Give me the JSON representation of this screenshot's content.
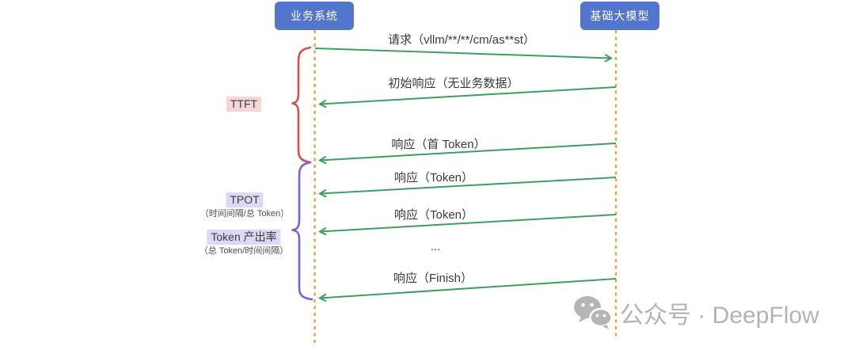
{
  "diagram": {
    "actors": [
      {
        "name": "业务系统"
      },
      {
        "name": "基础大模型"
      }
    ],
    "messages": [
      {
        "label": "请求（vllm/**/**/cm/as**st）",
        "direction": "right"
      },
      {
        "label": "初始响应（无业务数据）",
        "direction": "left"
      },
      {
        "label": "响应（首 Token）",
        "direction": "left"
      },
      {
        "label": "响应（Token）",
        "direction": "left"
      },
      {
        "label": "响应（Token）",
        "direction": "left"
      },
      {
        "label": "...",
        "direction": "none"
      },
      {
        "label": "响应（Finish）",
        "direction": "left"
      }
    ],
    "metrics": [
      {
        "label": "TTFT",
        "sublabel": ""
      },
      {
        "label": "TPOT",
        "sublabel": "（时间间隔/总 Token）"
      },
      {
        "label": "Token 产出率",
        "sublabel": "（总 Token/时间间隔）"
      }
    ]
  },
  "watermark": {
    "text": "公众号 · DeepFlow"
  },
  "colors": {
    "actor_bg": "#5276cb",
    "lifeline": "#e3a43e",
    "arrow_green": "#3f9e5f",
    "ttft_accent": "#d6504b",
    "ttft_bg": "#f4d5d8",
    "tpot_accent": "#7e5ed8",
    "tpot_bg": "#ded8f6",
    "watermark_gray": "#b3b3b3"
  }
}
